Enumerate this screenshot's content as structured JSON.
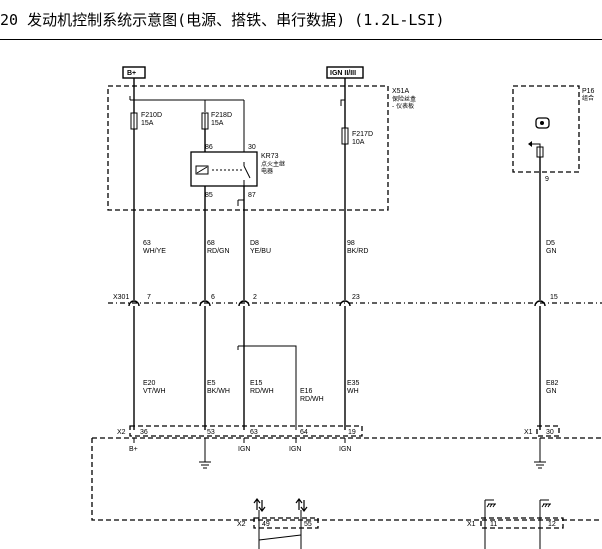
{
  "title": "20 发动机控制系统示意图(电源、搭铁、串行数据) (1.2L-LSI)",
  "power_labels": {
    "battery": "B+",
    "ignition": "IGN II/III"
  },
  "modules": {
    "x51a": {
      "name": "X51A",
      "desc1": "保险丝盒",
      "desc2": "- 仪表板"
    },
    "p16": {
      "name": "P16",
      "desc1": "组合"
    }
  },
  "fuses": [
    {
      "name": "F210D",
      "rating": "15A"
    },
    {
      "name": "F218D",
      "rating": "15A"
    },
    {
      "name": "F217D",
      "rating": "10A"
    }
  ],
  "relay": {
    "name": "KR73",
    "desc1": "点火主继",
    "desc2": "电器",
    "pins": [
      "86",
      "30",
      "85",
      "87"
    ]
  },
  "p16_pin": "9",
  "upper_wires": [
    {
      "circuit": "63",
      "color": "WH/YE"
    },
    {
      "circuit": "68",
      "color": "RD/GN"
    },
    {
      "circuit": "D8",
      "color": "YE/BU"
    },
    {
      "circuit": "98",
      "color": "BK/RD"
    },
    {
      "circuit": "D5",
      "color": "GN"
    }
  ],
  "x301": {
    "name": "X301",
    "pins": [
      "7",
      "6",
      "2",
      "23",
      "15"
    ]
  },
  "lower_wires": [
    {
      "circuit": "E20",
      "color": "VT/WH"
    },
    {
      "circuit": "E5",
      "color": "BK/WH"
    },
    {
      "circuit": "E15",
      "color": "RD/WH"
    },
    {
      "circuit": "E16",
      "color": "RD/WH"
    },
    {
      "circuit": "E35",
      "color": "WH"
    },
    {
      "circuit": "E82",
      "color": "GN"
    }
  ],
  "ecm_connectors": {
    "x2_top": {
      "name": "X2",
      "pins": [
        "36",
        "53",
        "63",
        "64",
        "19"
      ]
    },
    "x1_top": {
      "name": "X1",
      "pins": [
        "30"
      ]
    },
    "x2_bottom": {
      "name": "X2",
      "pins": [
        "49",
        "55"
      ]
    },
    "x1_bottom": {
      "name": "X1",
      "pins": [
        "11",
        "12"
      ]
    }
  },
  "pin_functions": [
    "B+",
    "IGN",
    "IGN",
    "IGN"
  ]
}
